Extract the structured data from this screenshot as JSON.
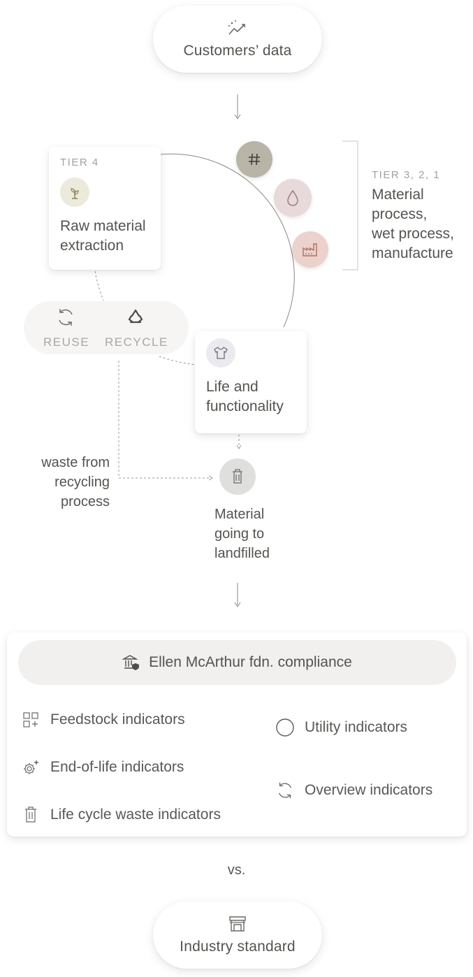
{
  "top_node": {
    "label": "Customers’ data",
    "icon": "sparkle-chart-icon"
  },
  "tier4": {
    "tier_label": "TIER 4",
    "title_line1": "Raw material",
    "title_line2": "extraction",
    "icon": "sprout-icon"
  },
  "tier321": {
    "tier_label": "TIER 3, 2, 1",
    "lines": [
      "Material",
      "process,",
      "wet process,",
      "manufacture"
    ],
    "icons": [
      "hash-icon",
      "droplet-icon",
      "factory-icon"
    ],
    "colors": [
      "#b8b4a7",
      "#e8d9da",
      "#ecd2cc"
    ]
  },
  "reuse_recycle": {
    "reuse_label": "REUSE",
    "recycle_label": "RECYCLE"
  },
  "life": {
    "title_line1": "Life and",
    "title_line2": "functionality",
    "icon": "tshirt-icon"
  },
  "waste": {
    "lines": [
      "waste from",
      "recycling",
      "process"
    ]
  },
  "landfill": {
    "lines": [
      "Material",
      "going to",
      "landfilled"
    ],
    "icon": "trash-icon"
  },
  "compliance": {
    "title": "Ellen McArthur fdn. compliance",
    "icon": "bank-shield-icon",
    "left_indicators": [
      {
        "label": "Feedstock indicators",
        "icon": "grid-plus-icon"
      },
      {
        "label": "End-of-life indicators",
        "icon": "gear-sparkle-icon"
      },
      {
        "label": "Life cycle waste indicators",
        "icon": "trash-icon"
      }
    ],
    "right_indicators": [
      {
        "label": "Utility indicators",
        "icon": "circle-icon"
      },
      {
        "label": "Overview indicators",
        "icon": "refresh-icon"
      }
    ]
  },
  "vs_label": "vs.",
  "bottom_node": {
    "label": "Industry standard",
    "icon": "store-icon"
  }
}
